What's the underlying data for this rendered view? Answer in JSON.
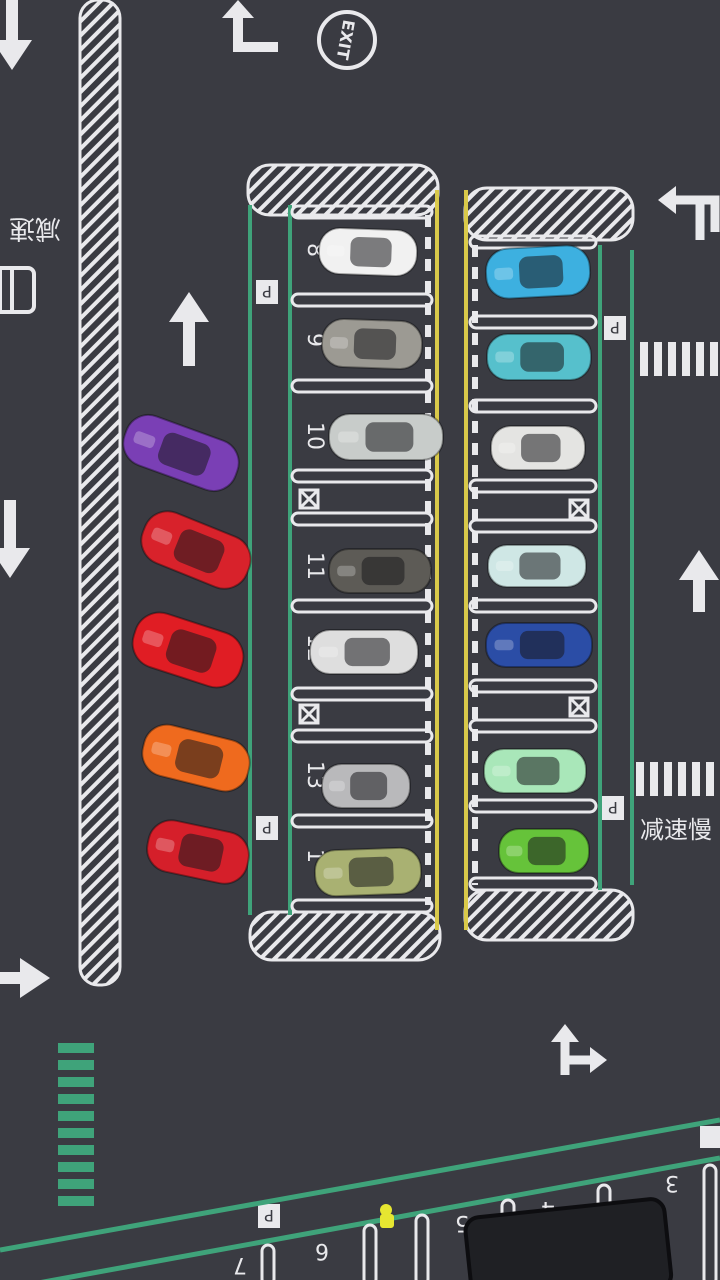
{
  "scene": {
    "colors": {
      "mat": "#3a3b42",
      "line_white": "#e9e9ec",
      "line_green": "#3fa37a",
      "line_yellow": "#d9c94a"
    },
    "exit_sign": "EXIT",
    "top_slow_text": "减速",
    "right_slow_text": "减速慢",
    "left_column_numbers": [
      "8",
      "9",
      "10",
      "11",
      "12",
      "13",
      "1"
    ],
    "bottom_row_numbers": [
      "3",
      "4",
      "5",
      "6",
      "7"
    ],
    "parking_letter": "P",
    "cars_left_lane": [
      {
        "name": "purple-sports-car",
        "color": "#7a3fb5"
      },
      {
        "name": "red-convertible",
        "color": "#d8222b"
      },
      {
        "name": "red-coupe",
        "color": "#e01d24"
      },
      {
        "name": "orange-coupe",
        "color": "#ef6a1e"
      },
      {
        "name": "red-hatchback",
        "color": "#d51f2a"
      }
    ],
    "cars_left_column": [
      {
        "name": "white-convertible",
        "color": "#f1f1f1"
      },
      {
        "name": "silver-supercar",
        "color": "#9c9a93"
      },
      {
        "name": "silver-concept-car",
        "color": "#c8ccca"
      },
      {
        "name": "grey-pickup",
        "color": "#5d5b56"
      },
      {
        "name": "white-roadster",
        "color": "#dedede"
      },
      {
        "name": "silver-hotrod",
        "color": "#b9b9bb"
      },
      {
        "name": "olive-sedan",
        "color": "#a9b172"
      }
    ],
    "cars_right_column": [
      {
        "name": "blue-sports-car",
        "color": "#3db0e0"
      },
      {
        "name": "teal-classic-car",
        "color": "#56c0cc"
      },
      {
        "name": "white-suv",
        "color": "#e4e4e2"
      },
      {
        "name": "mint-convertible",
        "color": "#cfe7e5"
      },
      {
        "name": "navy-sports-car",
        "color": "#2b4da6"
      },
      {
        "name": "mint-classic-car",
        "color": "#a9e7b9"
      },
      {
        "name": "lime-buggy",
        "color": "#66c33a"
      }
    ]
  }
}
